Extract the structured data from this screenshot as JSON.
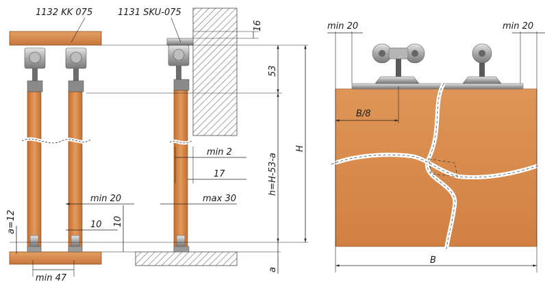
{
  "left_view": {
    "callout_part_kk": "1132 KK 075",
    "callout_part_sku": "1131 SKU-075",
    "dim_16": "16",
    "dim_53": "53",
    "dim_h_formula": "h=H-53-a",
    "dim_H": "H",
    "dim_a12": "a=12",
    "dim_min2": "min 2",
    "dim_17": "17",
    "dim_min20": "min 20",
    "dim_max30": "max 30",
    "dim_10a": "10",
    "dim_10b": "10",
    "dim_min47": "min 47",
    "dim_a": "a"
  },
  "right_view": {
    "dim_min20_left": "min 20",
    "dim_min20_right": "min 20",
    "dim_b8": "B/8",
    "dim_B": "B"
  },
  "colors": {
    "wood": "#d98a4a",
    "wood_dark": "#c87534",
    "rail": "#c8c8c8",
    "hatch": "#555555"
  }
}
